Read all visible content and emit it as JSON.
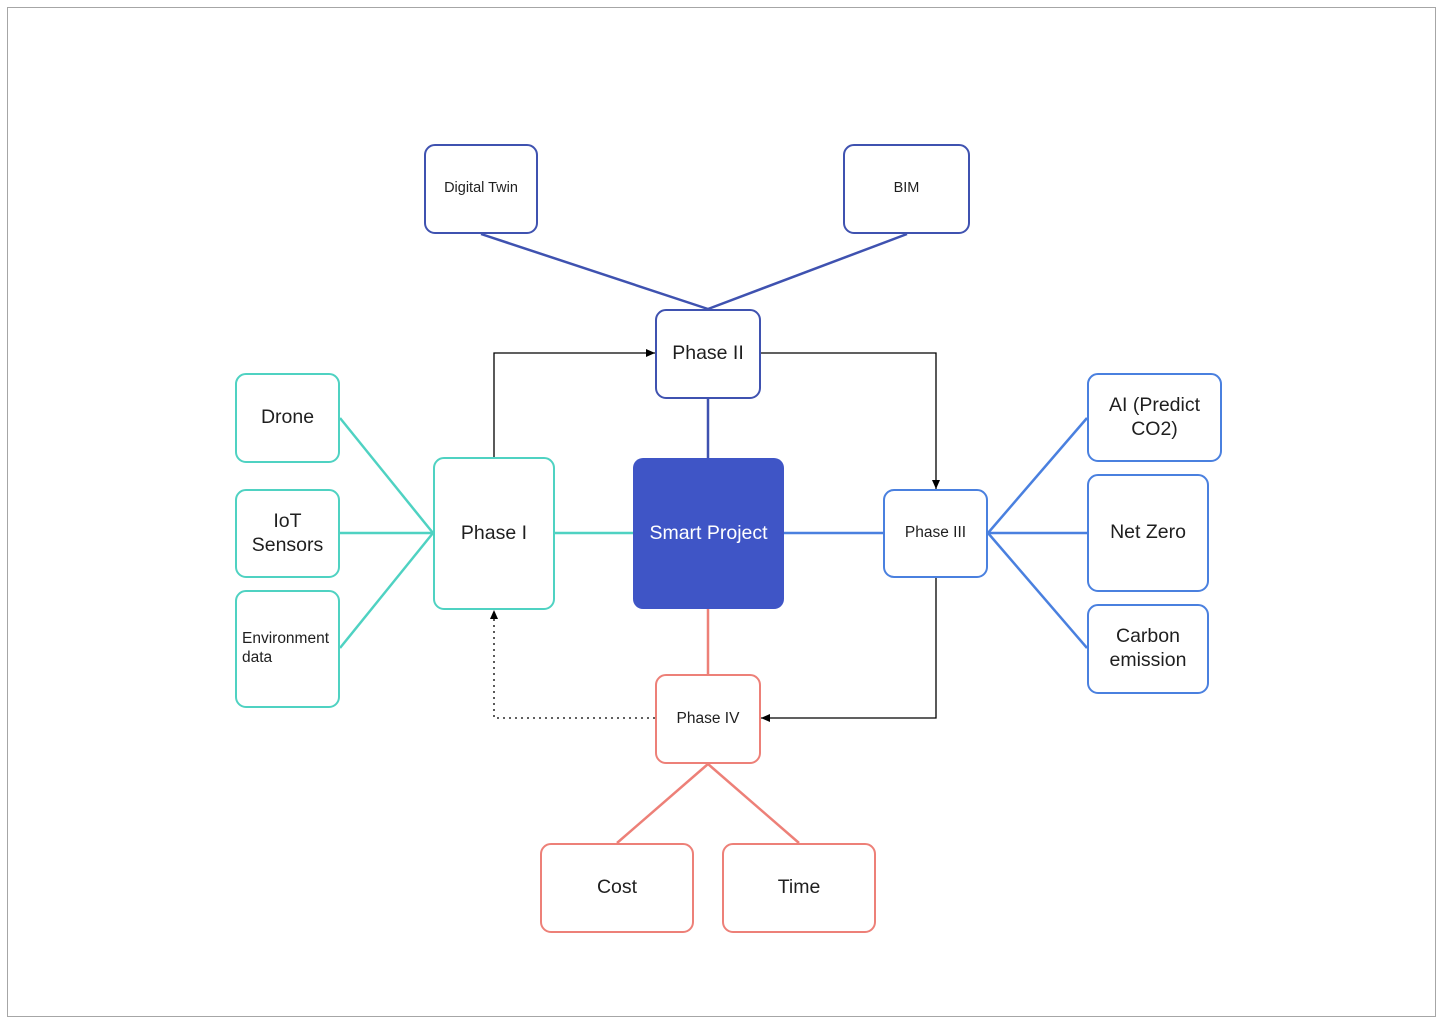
{
  "diagram": {
    "center": {
      "label": "Smart Project"
    },
    "phases": {
      "phase1": {
        "label": "Phase I"
      },
      "phase2": {
        "label": "Phase II"
      },
      "phase3": {
        "label": "Phase III"
      },
      "phase4": {
        "label": "Phase IV"
      }
    },
    "phase1_children": [
      {
        "label": "Drone"
      },
      {
        "label": "IoT\nSensors"
      },
      {
        "label": "Environment\ndata"
      }
    ],
    "phase2_children": [
      {
        "label": "Digital Twin"
      },
      {
        "label": "BIM"
      }
    ],
    "phase3_children": [
      {
        "label": "AI (Predict\nCO2)"
      },
      {
        "label": "Net Zero"
      },
      {
        "label": "Carbon\nemission"
      }
    ],
    "phase4_children": [
      {
        "label": "Cost"
      },
      {
        "label": "Time"
      }
    ],
    "colors": {
      "phase1": "#4fd2c2",
      "phase2": "#3f52b0",
      "phase3": "#4a80df",
      "phase4": "#ed8078",
      "center_fill": "#3f55c6",
      "flow_arrows": "#000000"
    }
  }
}
